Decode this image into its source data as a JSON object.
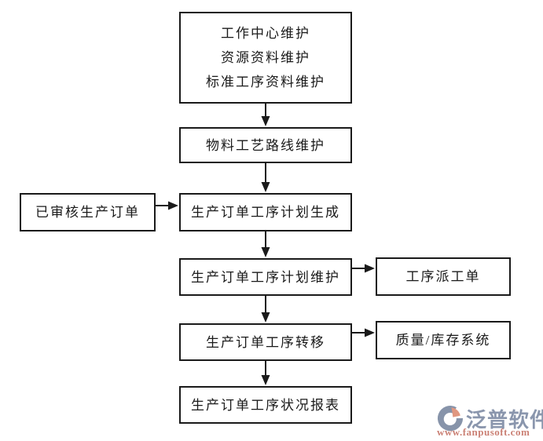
{
  "flowchart": {
    "background": "#ffffff",
    "box_border_color": "#1a1a1a",
    "text_color": "#1a1a1a",
    "arrow_color": "#1a1a1a",
    "nodes": {
      "master_data": {
        "lines": [
          "工作中心维护",
          "资源资料维护",
          "标准工序资料维护"
        ]
      },
      "routing_maintain": {
        "label": "物料工艺路线维护"
      },
      "approved_order": {
        "label": "已审核生产订单"
      },
      "plan_generate": {
        "label": "生产订单工序计划生成"
      },
      "plan_maintain": {
        "label": "生产订单工序计划维护"
      },
      "dispatch_order": {
        "label": "工序派工单"
      },
      "process_transfer": {
        "label": "生产订单工序转移"
      },
      "quality_inventory": {
        "label": "质量/库存系统"
      },
      "status_report": {
        "label": "生产订单工序状况报表"
      }
    }
  },
  "logo": {
    "name": "泛普软件",
    "url": "www.fanpusoft.com",
    "name_color": "#8a96ad",
    "url_color": "#cb8175",
    "icon_primary_color": "#8794aa",
    "icon_accent_color": "#e09780"
  }
}
